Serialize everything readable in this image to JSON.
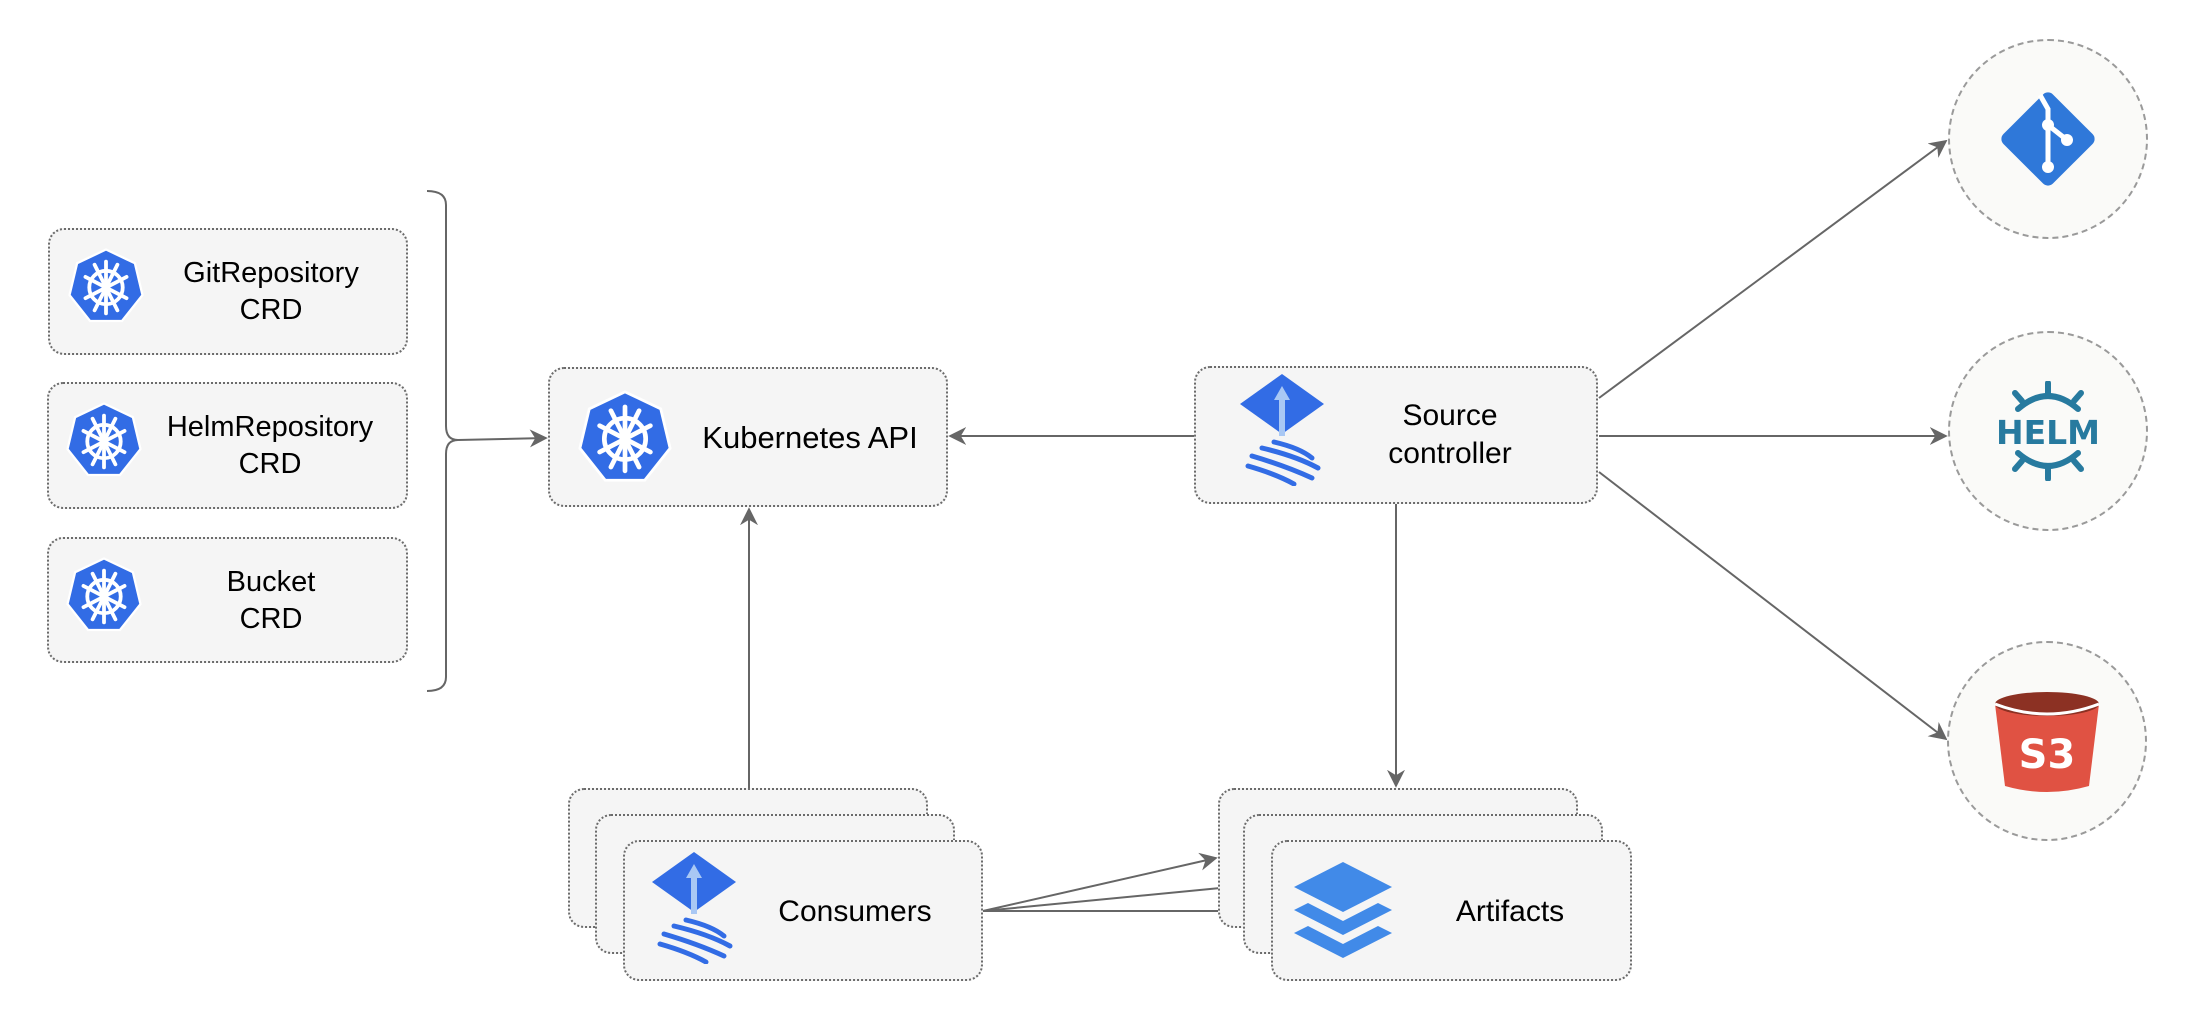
{
  "crds": [
    {
      "name": "GitRepository",
      "suffix": "CRD",
      "icon": "kubernetes-icon"
    },
    {
      "name": "HelmRepository",
      "suffix": "CRD",
      "icon": "kubernetes-icon"
    },
    {
      "name": "Bucket",
      "suffix": "CRD",
      "icon": "kubernetes-icon"
    }
  ],
  "kubernetes_api": {
    "label": "Kubernetes API",
    "icon": "kubernetes-icon"
  },
  "source_controller": {
    "line1": "Source",
    "line2": "controller",
    "icon": "flux-icon"
  },
  "consumers": {
    "label": "Consumers",
    "icon": "flux-icon"
  },
  "artifacts": {
    "label": "Artifacts",
    "icon": "layers-icon"
  },
  "sources": [
    {
      "name": "git",
      "icon": "git-icon"
    },
    {
      "name": "helm",
      "icon": "helm-icon",
      "logo_text": "HELM"
    },
    {
      "name": "s3",
      "icon": "s3-bucket-icon",
      "logo_text": "S3"
    }
  ],
  "colors": {
    "kubernetes": "#326ce5",
    "flux": "#326ce5",
    "git": "#2f78d9",
    "helm": "#277a9f",
    "s3_body": "#e05243",
    "s3_top": "#8c3123",
    "arrow": "#666666"
  }
}
